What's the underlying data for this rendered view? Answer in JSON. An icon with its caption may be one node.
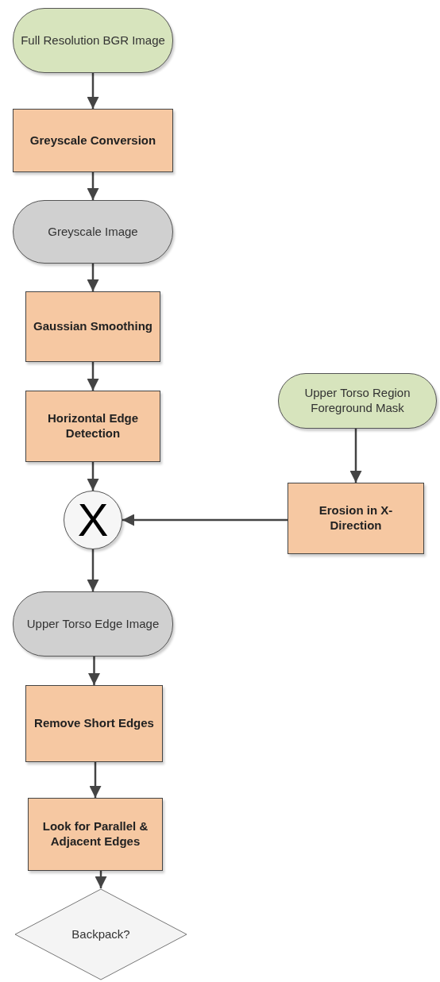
{
  "diagram": {
    "nodes": [
      {
        "text": [
          "Full Resolution BGR Image"
        ]
      },
      {
        "text": [
          "Greyscale Conversion"
        ]
      },
      {
        "text": [
          "Greyscale Image"
        ]
      },
      {
        "text": [
          "Gaussian Smoothing"
        ]
      },
      {
        "text": [
          "Horizontal Edge Detection"
        ]
      },
      {
        "text": [
          "Upper Torso Region Foreground Mask"
        ]
      },
      {
        "text": [
          "Erosion in X-Direction"
        ]
      },
      {
        "text": [
          "X"
        ]
      },
      {
        "text": [
          "Upper Torso Edge Image"
        ]
      },
      {
        "text": [
          "Remove Short Edges"
        ]
      },
      {
        "text": [
          "Look for Parallel & Adjacent Edges"
        ]
      },
      {
        "text": [
          "Backpack?"
        ]
      }
    ],
    "edges": [
      {
        "from": 0,
        "to": 1,
        "arrow": "to"
      },
      {
        "from": 1,
        "to": 2,
        "arrow": "to"
      },
      {
        "from": 2,
        "to": 3,
        "arrow": "to"
      },
      {
        "from": 3,
        "to": 4,
        "arrow": "to"
      },
      {
        "from": 4,
        "to": 7,
        "arrow": "to"
      },
      {
        "from": 5,
        "to": 6,
        "arrow": "to"
      },
      {
        "from": 6,
        "to": 7,
        "arrow": "to"
      },
      {
        "from": 7,
        "to": 8,
        "arrow": "to"
      },
      {
        "from": 8,
        "to": 9,
        "arrow": "to"
      },
      {
        "from": 9,
        "to": 10,
        "arrow": "to"
      },
      {
        "from": 10,
        "to": 11,
        "arrow": "to"
      }
    ]
  }
}
